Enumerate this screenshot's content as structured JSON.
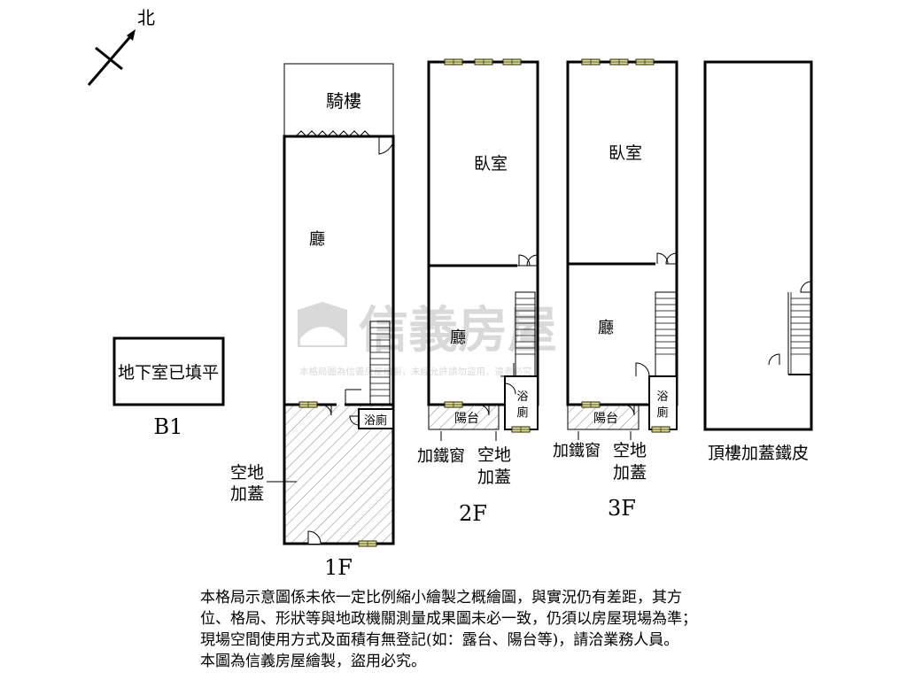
{
  "compass": {
    "north_label": "北"
  },
  "basement": {
    "floor_label": "B1",
    "room_label": "地下室已填平"
  },
  "floor1": {
    "floor_label": "1F",
    "rooms": {
      "arcade": "騎樓",
      "living": "廳",
      "bathroom": "浴廁"
    },
    "annotation_open_space": [
      "空地",
      "加蓋"
    ]
  },
  "floor2": {
    "floor_label": "2F",
    "rooms": {
      "bedroom": "臥室",
      "living": "廳",
      "balcony": "陽台",
      "bathroom": [
        "浴",
        "廁"
      ]
    },
    "annotation_iron_window": "加鐵窗",
    "annotation_open_space": [
      "空地",
      "加蓋"
    ]
  },
  "floor3": {
    "floor_label": "3F",
    "rooms": {
      "bedroom": "臥室",
      "living": "廳",
      "balcony": "陽台",
      "bathroom": [
        "浴",
        "廁"
      ]
    },
    "annotation_iron_window": "加鐵窗",
    "annotation_open_space": [
      "空地",
      "加蓋"
    ]
  },
  "rooftop": {
    "label": "頂樓加蓋鐵皮"
  },
  "watermark": {
    "brand": "信義房屋",
    "notice": "本格局圖為信義房屋繪製，未經允許請勿盜用，違者必究"
  },
  "disclaimer": [
    "本格局示意圖係未依一定比例縮小繪製之概繪圖，與實況仍有差距，其方",
    "位、格局、形狀等與地政機關測量成果圖未必一致，仍須以房屋現場為準；",
    "現場空間使用方式及面積有無登記(如：露台、陽台等)，請洽業務人員。",
    "本圖為信義房屋繪製，盜用必究。"
  ]
}
